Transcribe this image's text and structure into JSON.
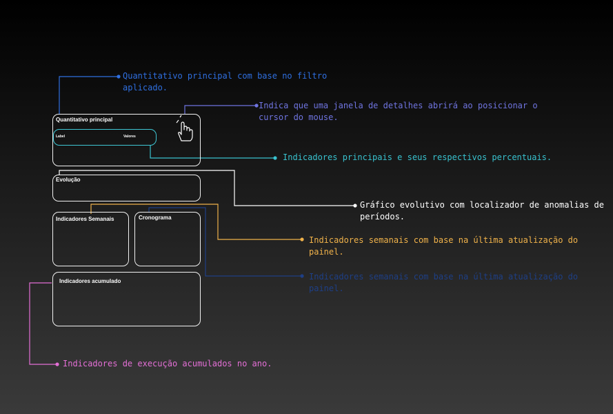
{
  "wireframe": {
    "quantitativo": {
      "title": "Quantitativo principal",
      "pill_label": "Label",
      "pill_values": "Valores"
    },
    "evolucao": {
      "title": "Evolução"
    },
    "semanais": {
      "title": "Indicadores Semanais"
    },
    "cronograma": {
      "title": "Cronograma"
    },
    "acumulado": {
      "title": "Indicadores acumulado"
    }
  },
  "annotations": [
    {
      "text": "Quantitativo principal com base no filtro\naplicado.",
      "color": "#2f6fe0"
    },
    {
      "text": "Indica que uma janela de detalhes abrirá ao posicionar o\ncursor do mouse.",
      "color": "#6f74e0"
    },
    {
      "text": "Indicadores principais e seus respectivos percentuais.",
      "color": "#38c2cf"
    },
    {
      "text": "Gráfico evolutivo com localizador de anomalias de\nperíodos.",
      "color": "#ffffff"
    },
    {
      "text": "Indicadores semanais com base na última atualização do\npainel.",
      "color": "#f0b24a"
    },
    {
      "text": "Indicadores semanais com base na última atualização do\npainel.",
      "color": "#1e3f86"
    },
    {
      "text": "Indicadores de execução acumulados no ano.",
      "color": "#e46fd6"
    }
  ],
  "icons": {
    "cursor": "hand-pointer-icon"
  }
}
